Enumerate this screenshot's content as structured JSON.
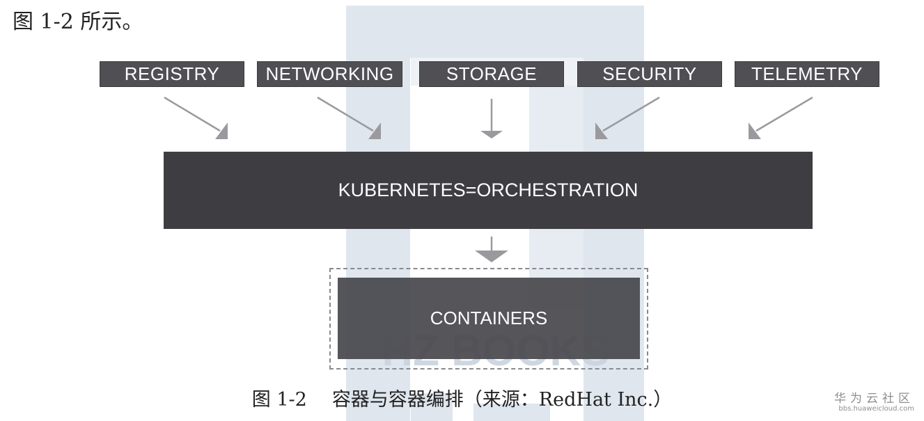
{
  "top_text": "图 1-2 所示。",
  "watermark": {
    "text": "HZ BOOKS"
  },
  "diagram": {
    "components": [
      "REGISTRY",
      "NETWORKING",
      "STORAGE",
      "SECURITY",
      "TELEMETRY"
    ],
    "orchestration_label": "KUBERNETES=ORCHESTRATION",
    "containers_label": "CONTAINERS"
  },
  "caption": {
    "figure_number": "图 1-2",
    "text": "容器与容器编排（来源：RedHat Inc.）"
  },
  "footer_logo": {
    "name": "华为云社区",
    "url": "bbs.huaweicloud.com"
  },
  "colors": {
    "box_fill": "#505054",
    "bar_fill": "#343438",
    "arrow": "#9a9a9e",
    "watermark": "#d5dde6"
  }
}
